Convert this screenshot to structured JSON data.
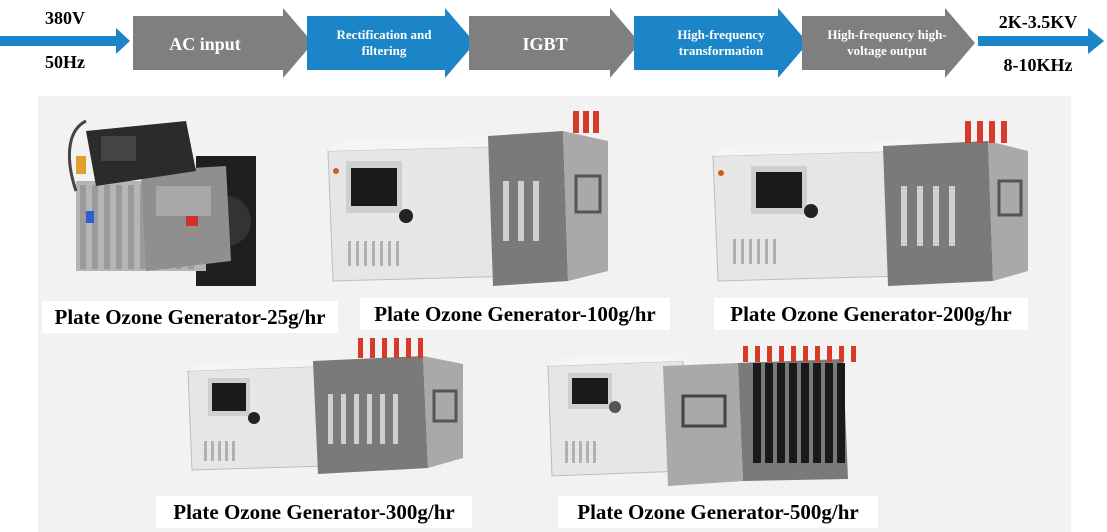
{
  "flow": {
    "input_voltage": "380V",
    "input_frequency": "50Hz",
    "output_voltage": "2K-3.5KV",
    "output_frequency": "8-10KHz",
    "stages": [
      {
        "label": "AC input",
        "color": "#7f7f7f"
      },
      {
        "label": "Rectification and filtering",
        "color": "#1b85c8"
      },
      {
        "label": "IGBT",
        "color": "#7f7f7f"
      },
      {
        "label": "High-frequency transformation",
        "color": "#1b85c8"
      },
      {
        "label": "High-frequency high-voltage output",
        "color": "#7f7f7f"
      }
    ],
    "arrow_color": "#1b85c8"
  },
  "products": [
    {
      "caption": "Plate Ozone Generator-25g/hr",
      "tubes": 0
    },
    {
      "caption": "Plate Ozone Generator-100g/hr",
      "tubes": 3
    },
    {
      "caption": "Plate Ozone Generator-200g/hr",
      "tubes": 4
    },
    {
      "caption": "Plate Ozone Generator-300g/hr",
      "tubes": 6
    },
    {
      "caption": "Plate Ozone Generator-500g/hr",
      "tubes": 10
    }
  ]
}
